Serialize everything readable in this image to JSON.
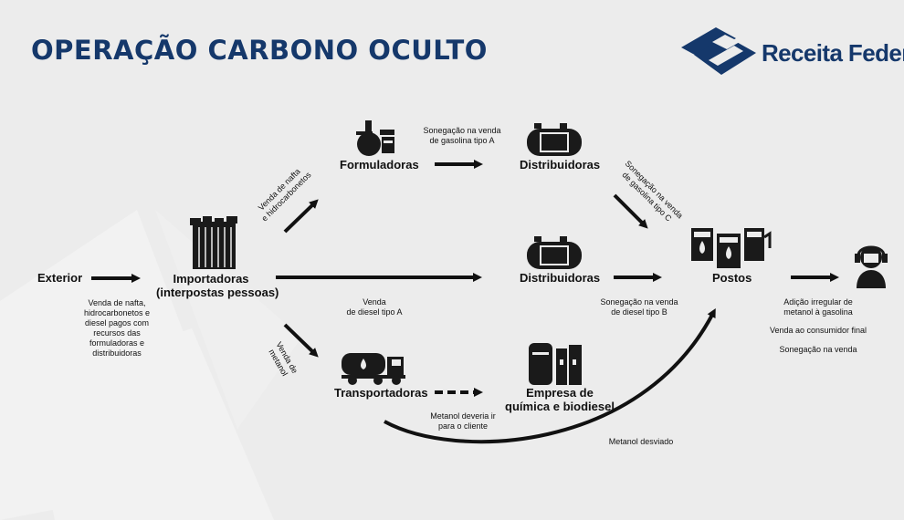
{
  "header": {
    "title": "OPERAÇÃO CARBONO OCULTO",
    "brand": "Receita Federal"
  },
  "nodes": {
    "exterior": "Exterior",
    "importadoras": [
      "Importadoras",
      "(interpostas pessoas)"
    ],
    "formuladoras": "Formuladoras",
    "distribuidoras_top": "Distribuidoras",
    "distribuidoras_mid": "Distribuidoras",
    "transportadoras": "Transportadoras",
    "empresa": [
      "Empresa de",
      "química e biodiesel"
    ],
    "postos": "Postos"
  },
  "labels": {
    "exterior_note": [
      "Venda de nafta,",
      "hidrocarbonetos e",
      "diesel pagos com",
      "recursos das",
      "formuladoras e",
      "distribuidoras"
    ],
    "venda_nafta": [
      "Venda de nafta",
      "e hidrocarbonetos"
    ],
    "sonegacao_a": [
      "Sonegação na venda",
      "de gasolina tipo A"
    ],
    "sonegacao_c": [
      "Sonegação na venda",
      "de gasolina tipo C"
    ],
    "venda_diesel_a": [
      "Venda",
      "de diesel tipo A"
    ],
    "sonegacao_b": [
      "Sonegação na venda",
      "de diesel tipo B"
    ],
    "venda_metanol": [
      "Venda de",
      "metanol"
    ],
    "metanol_deveria": [
      "Metanol deveria ir",
      "para o cliente"
    ],
    "metanol_desviado": "Metanol desviado",
    "adicao": [
      "Adição irregular de",
      "metanol à gasolina"
    ],
    "venda_consumidor": "Venda ao consumidor final",
    "sonegacao_venda": "Sonegação na venda"
  },
  "colors": {
    "title": "#15386b",
    "background": "#ececec",
    "ink": "#111111"
  },
  "icons": [
    "receita-federal-logo-icon",
    "refinery-flask-icon",
    "tank-icon",
    "building-icon",
    "tank-truck-icon",
    "factory-icon",
    "fuel-pumps-icon",
    "person-headset-icon"
  ]
}
